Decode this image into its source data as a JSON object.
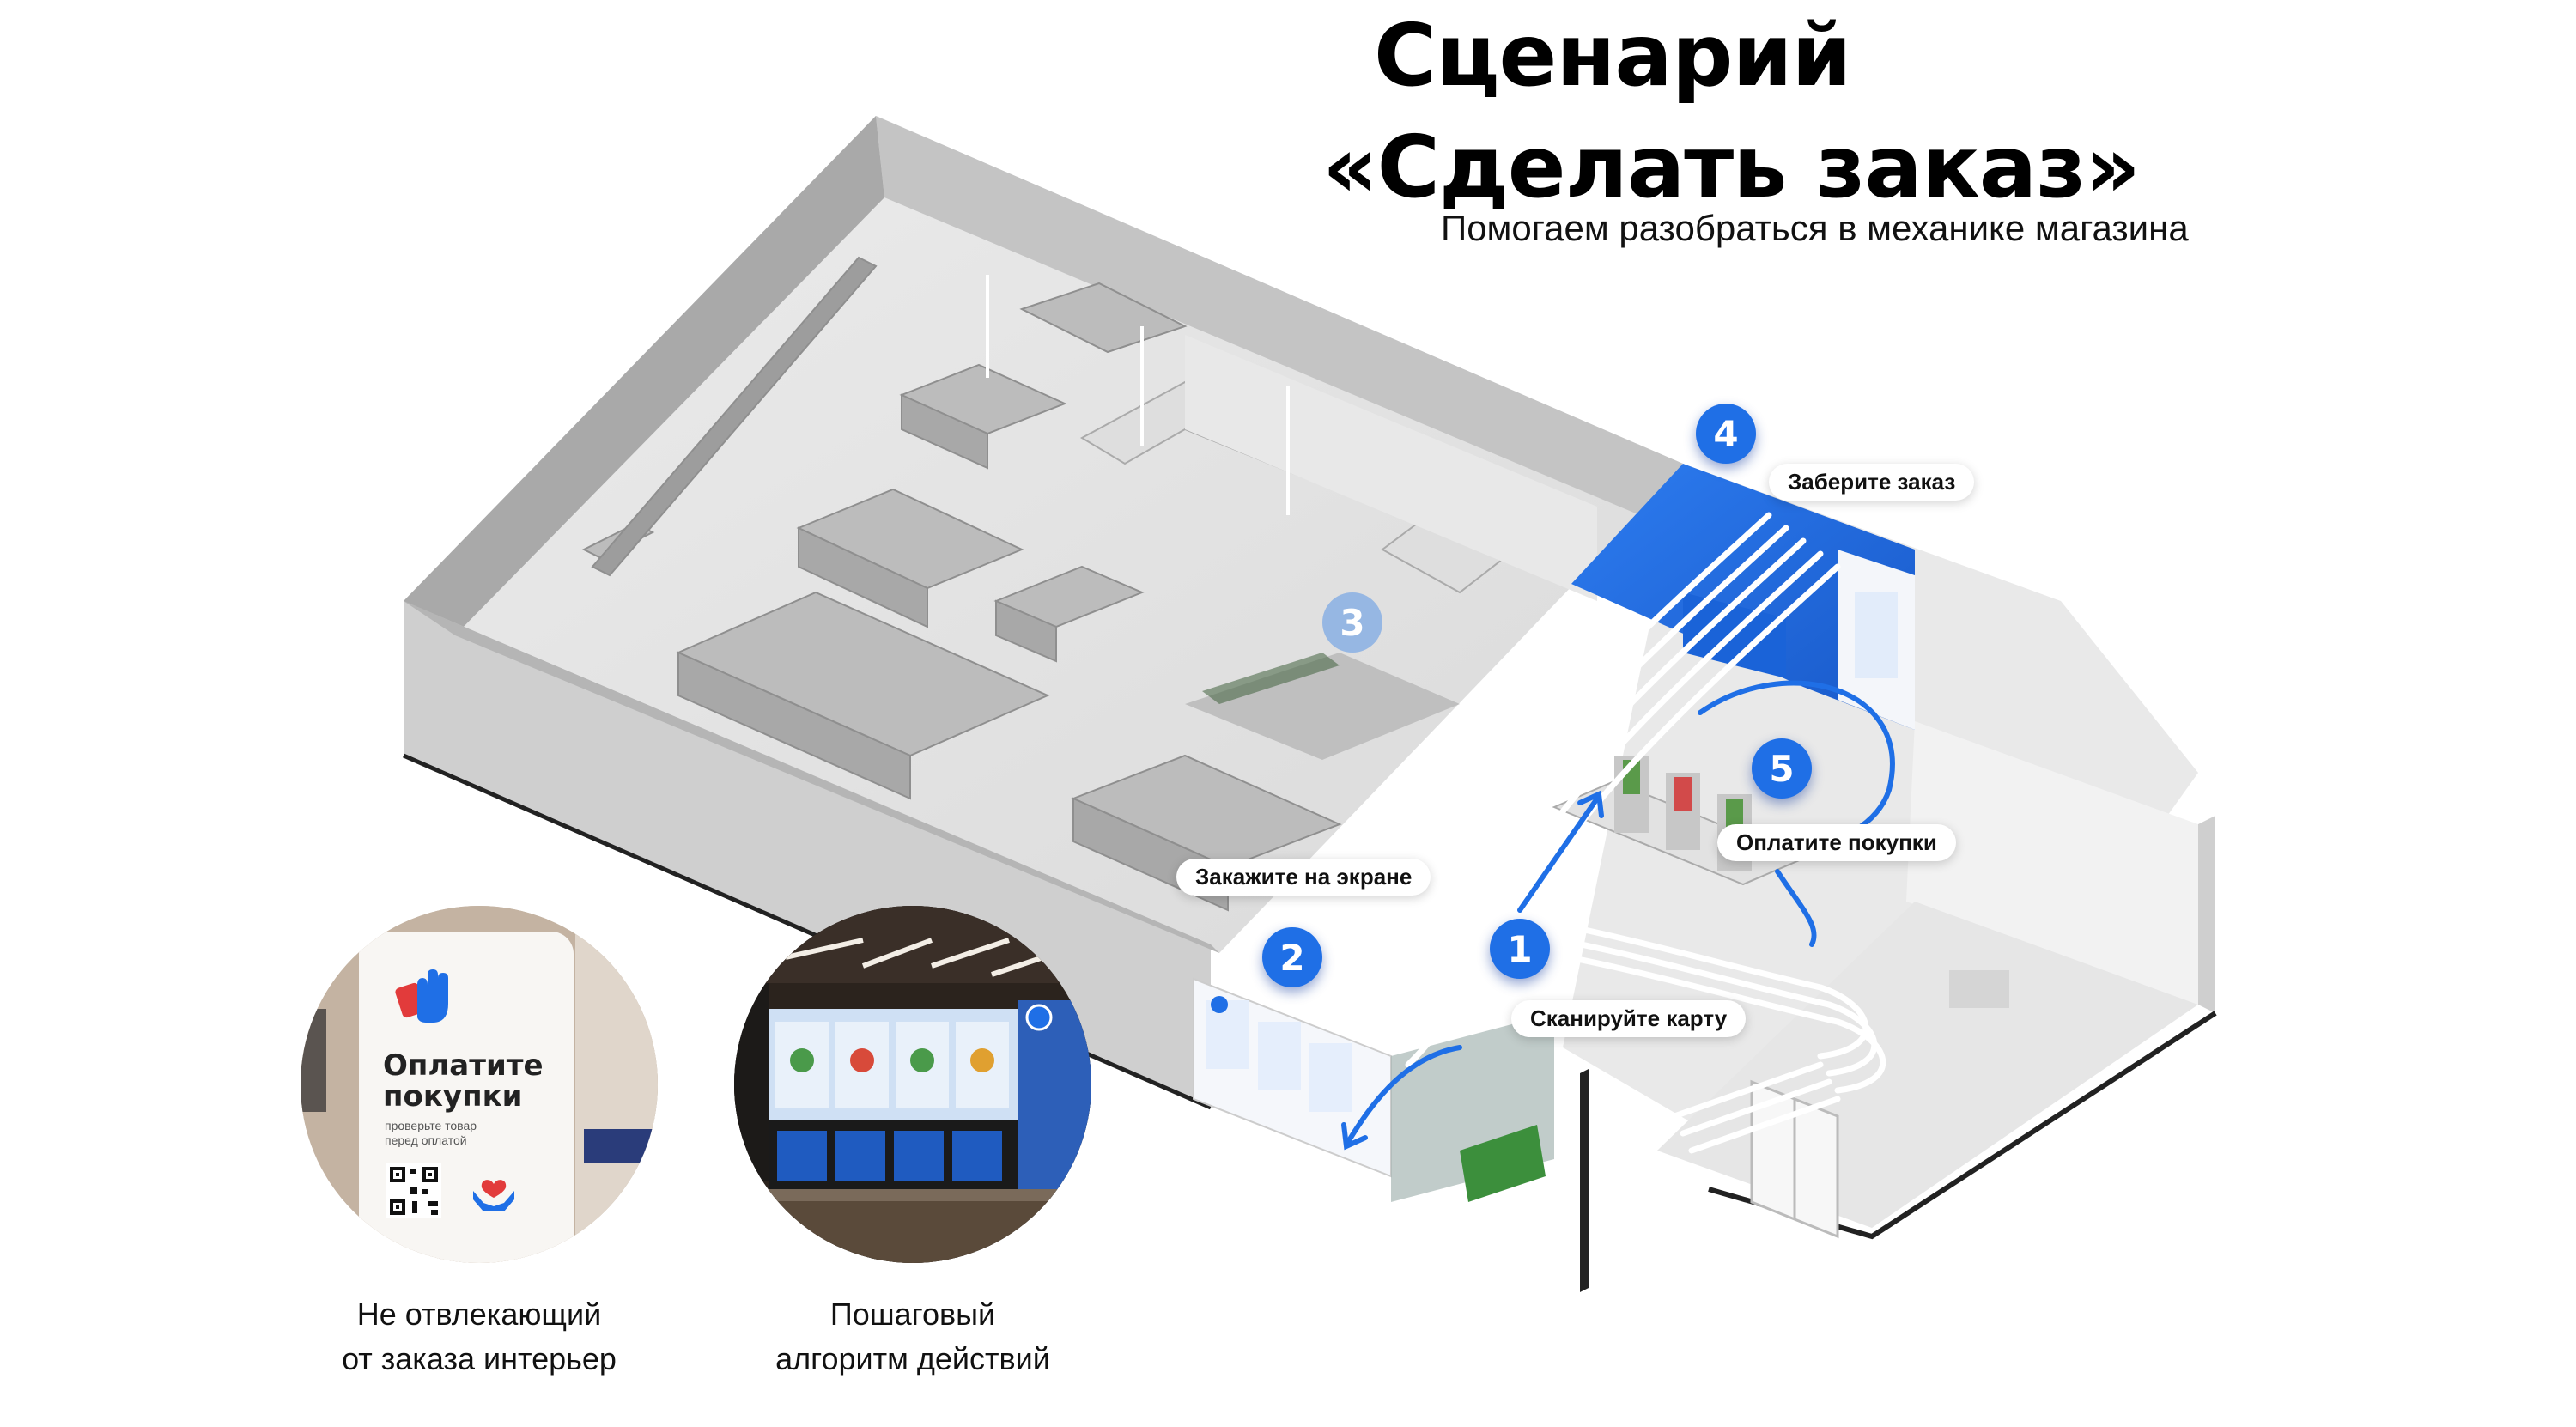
{
  "header": {
    "title_line1": "Сценарий",
    "title_line2": "«Сделать заказ»",
    "subtitle": "Помогаем разобраться в механике магазина"
  },
  "steps": [
    {
      "number": "1",
      "label": "Сканируйте карту"
    },
    {
      "number": "2",
      "label": "Закажите на экране"
    },
    {
      "number": "3",
      "label": ""
    },
    {
      "number": "4",
      "label": "Заберите заказ"
    },
    {
      "number": "5",
      "label": "Оплатите покупки"
    }
  ],
  "photos": [
    {
      "caption_line1": "Не отвлекающий",
      "caption_line2": "от заказа интерьер",
      "sign_title_line1": "Оплатите",
      "sign_title_line2": "покупки",
      "sign_text_line1": "проверьте товар",
      "sign_text_line2": "перед оплатой"
    },
    {
      "caption_line1": "Пошаговый",
      "caption_line2": "алгоритм действий"
    }
  ],
  "colors": {
    "accent": "#1f6fe6",
    "floor": "#e4e4e4",
    "wall": "#c9c9c9",
    "flow_lines": "#ffffff"
  }
}
